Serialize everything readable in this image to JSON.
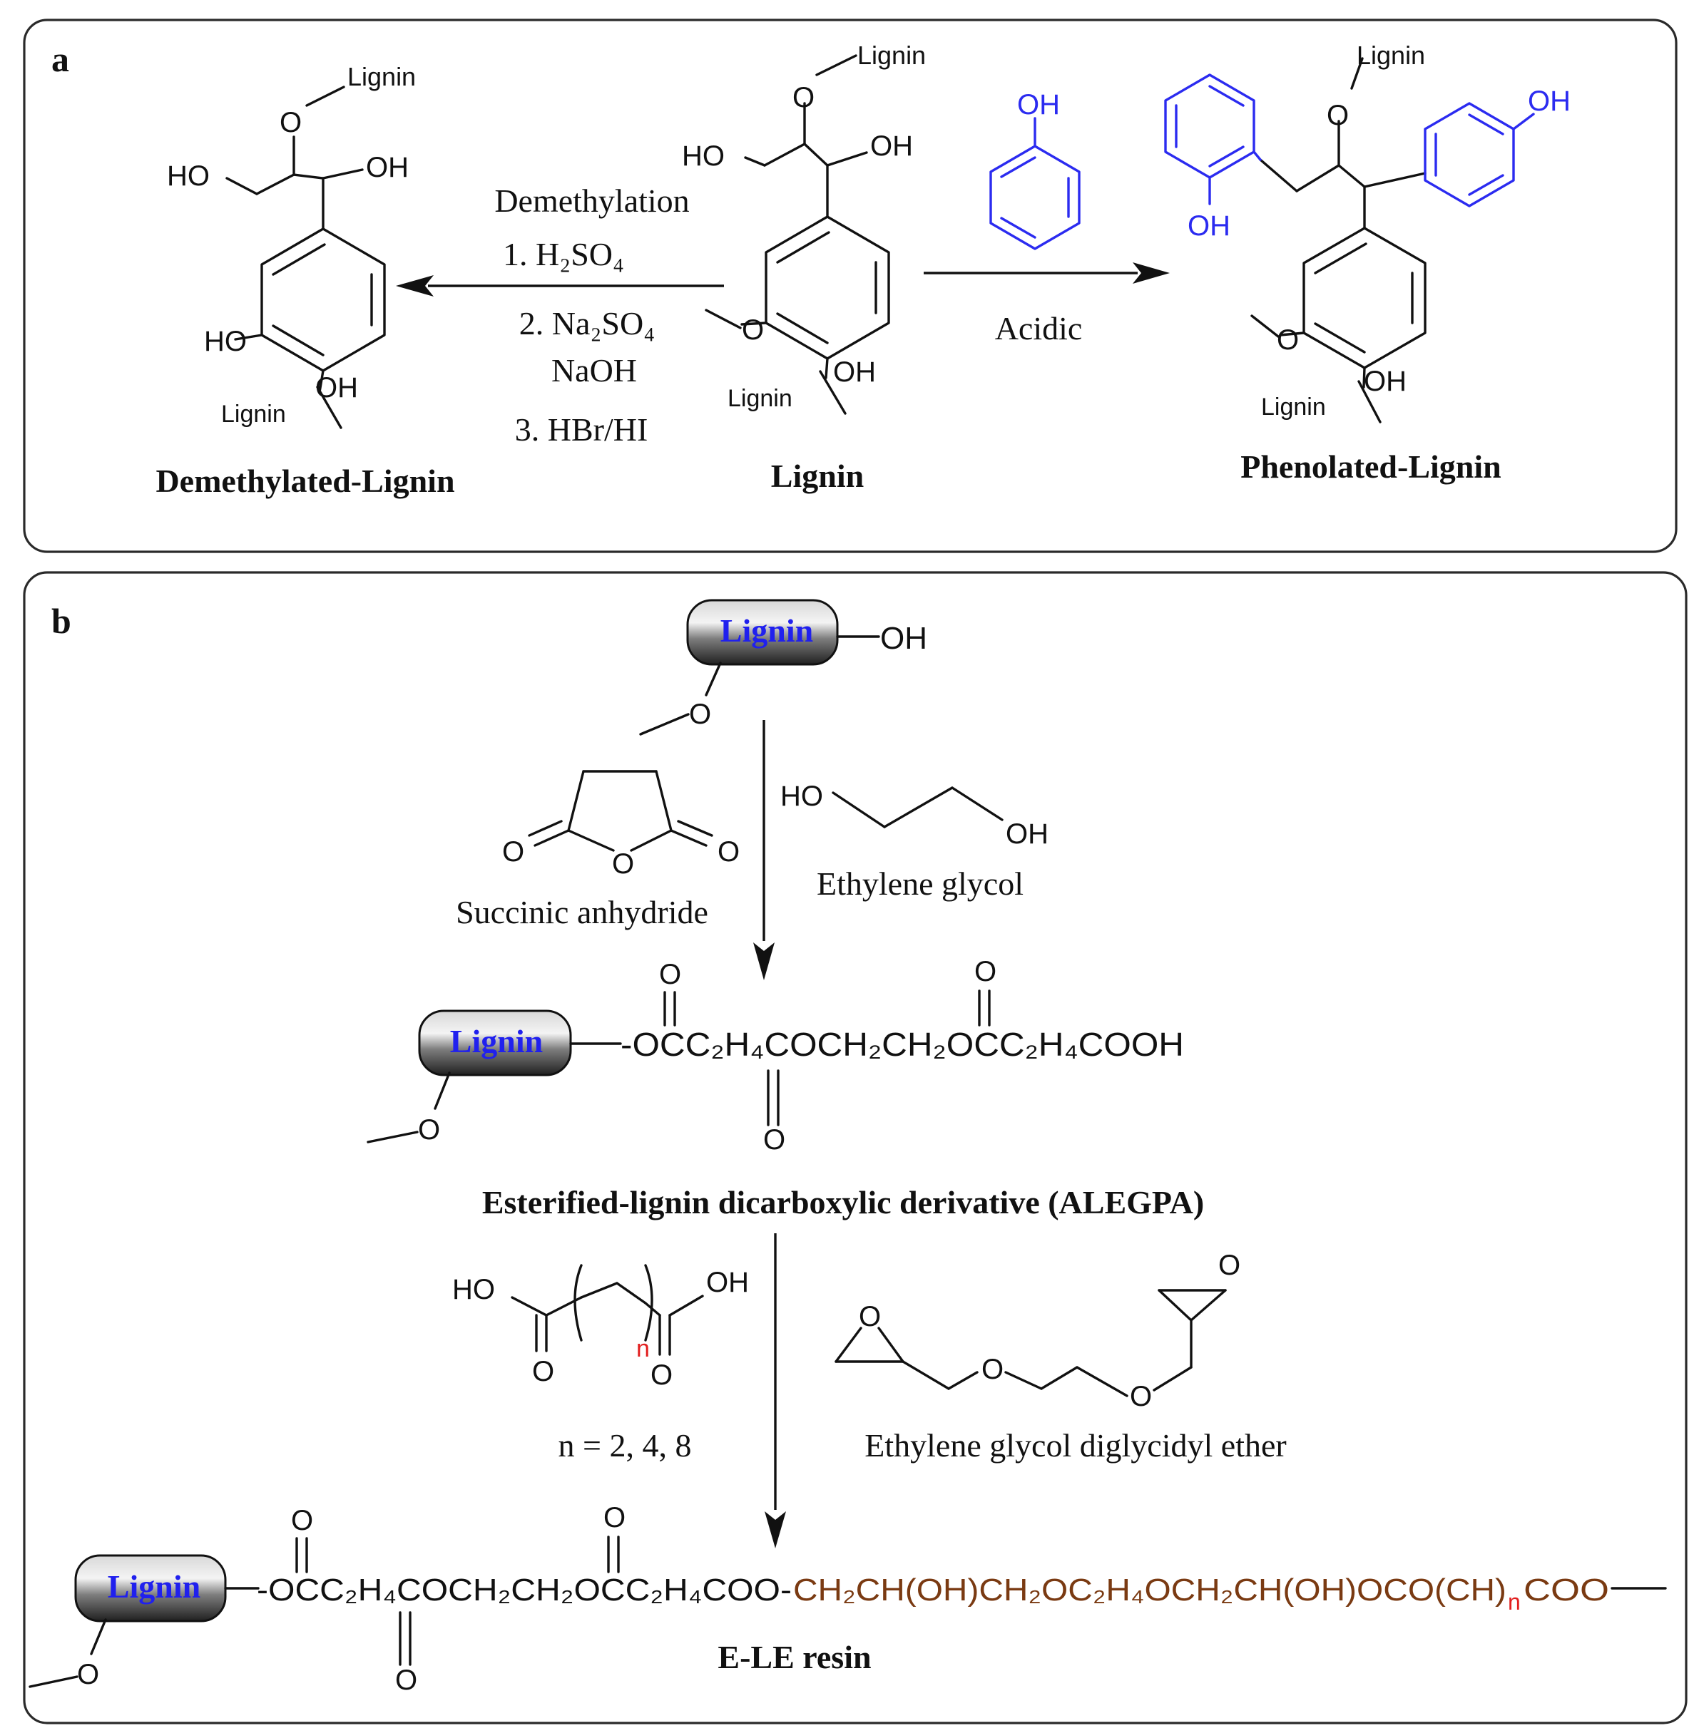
{
  "panels": {
    "a": "a",
    "b": "b"
  },
  "lignin_tag": "Lignin",
  "atoms": {
    "o": "O",
    "oh": "OH",
    "ho": "HO"
  },
  "panel_a": {
    "demethylation": {
      "title": "Demethylation",
      "step1": "1. H₂SO₄",
      "step2": "2. Na₂SO₄",
      "step2b": "NaOH",
      "step3": "3. HBr/HI"
    },
    "acidic": "Acidic",
    "names": {
      "demethylated": "Demethylated-Lignin",
      "lignin": "Lignin",
      "phenolated": "Phenolated-Lignin"
    }
  },
  "panel_b": {
    "lignin_label": "Lignin",
    "reagents1": {
      "succinic": "Succinic anhydride",
      "ethylene_glycol": "Ethylene glycol"
    },
    "alegpa_chain": "-OCC₂H₄COCH₂CH₂OCC₂H₄COOH",
    "alegpa_name": "Esterified-lignin dicarboxylic derivative (ALEGPA)",
    "n_label": "n",
    "n_values": "n = 2, 4, 8",
    "egde": "Ethylene glycol diglycidyl ether",
    "resin_black": "-OCC₂H₄COCH₂CH₂OCC₂H₄COO-",
    "resin_brown_1": "CH₂CH(OH)CH₂OC₂H₄OCH₂CH(OH)OCO(CH)",
    "resin_brown_2": "COO",
    "resin_name": "E-LE resin"
  },
  "colors": {
    "blue": "#2b2bf0",
    "red": "#e21f1f",
    "brown": "#7a3a12"
  }
}
